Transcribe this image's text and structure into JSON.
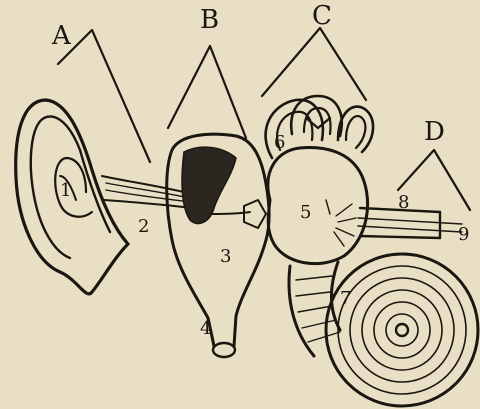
{
  "diagram": {
    "group_labels": {
      "outer": "A",
      "middle": "B",
      "inner": "C",
      "nerve": "D"
    },
    "part_numbers": [
      "1",
      "2",
      "3",
      "4",
      "5",
      "6",
      "7",
      "8",
      "9"
    ],
    "colors": {
      "paper": "#e8dfc4",
      "ink": "#1a1610",
      "shade": "#2b2620"
    }
  }
}
